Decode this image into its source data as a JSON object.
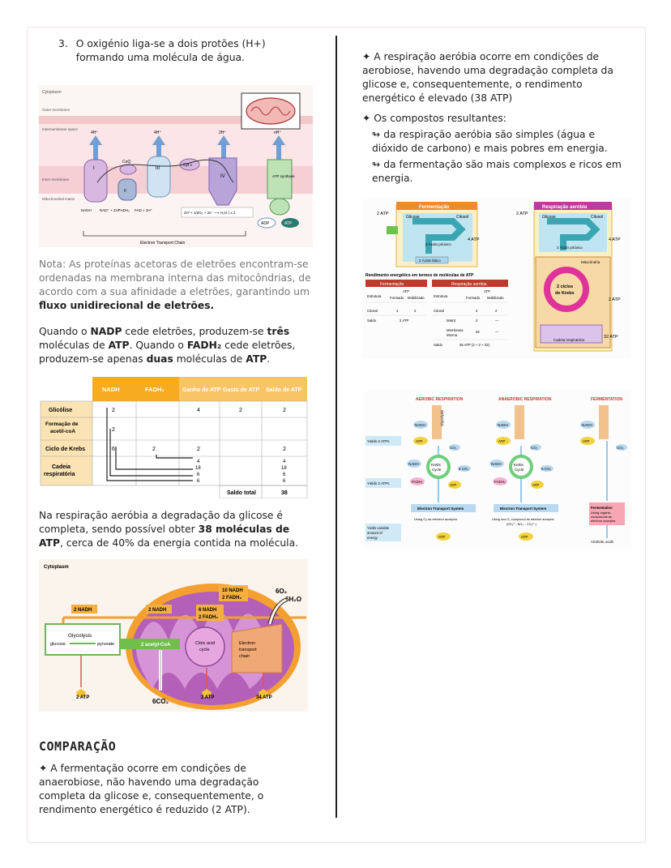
{
  "left": {
    "item3_num": "3.",
    "item3_text": "O oxigénio liga-se a dois protões (H+) formando uma molécula de água.",
    "etc_diagram": {
      "cytoplasm": "Cytoplasm",
      "outer_membrane": "Outer membrane",
      "intermembrane_space": "Intermembrane space",
      "inner_membrane": "Inner membrane",
      "matrix": "Mitochondrial matrix",
      "h4": "4H⁺",
      "h2": "2H⁺",
      "nh": "nH⁺",
      "coq": "CoQ",
      "cytc": "Cyt c",
      "complex1": "I",
      "complex2": "II",
      "complex3": "III",
      "complex4": "IV",
      "atp_synthase": "ATP synthase",
      "nadh": "NADH",
      "nad": "NAD⁺ + 2H⁺",
      "fadh2": "FADH₂",
      "fad": "FAD + 2H⁺",
      "water_eq": "2H⁺+ 1/2O₂ + 2e⁻ ⟶ H₂O ) x 2",
      "adp": "ADP",
      "atp": "ATP",
      "chain_label": "Electron Transport Chain"
    },
    "nota": "Nota: As proteínas acetoras de eletrões encontram-se ordenadas na membrana interna das mitocôndrias, de acordo com a sua afinidade a eletrões, garantindo um ",
    "nota_bold": "fluxo unidirecional de eletrões.",
    "p2_a": "Quando o ",
    "p2_b": "NADP",
    "p2_c": " cede eletrões, produzem-se ",
    "p2_d": "três",
    "p2_e": " moléculas de ",
    "p2_f": "ATP",
    "p2_g": ". Quando o ",
    "p2_h": "FADH₂",
    "p2_i": " cede eletrões, produzem-se apenas ",
    "p2_j": "duas",
    "p2_k": " moléculas de ",
    "p2_l": "ATP",
    "p2_m": ".",
    "table": {
      "headers": [
        "NADH",
        "FADH₂",
        "Ganho de ATP",
        "Gasto de ATP",
        "Saldo de ATP"
      ],
      "rows": [
        {
          "label": "Glicólise",
          "nadh": "2",
          "fadh": "",
          "ganho": "4",
          "gasto": "2",
          "saldo": "2"
        },
        {
          "label": "Formação de acetil-coA",
          "nadh": "2",
          "fadh": "",
          "ganho": "",
          "gasto": "",
          "saldo": ""
        },
        {
          "label": "Ciclo de Krebs",
          "nadh": "6",
          "fadh": "2",
          "ganho": "2",
          "gasto": "",
          "saldo": "2"
        },
        {
          "label": "Cadeia respiratória",
          "nadh": "",
          "fadh": "",
          "ganho": "4\n18\n6\n6",
          "gasto": "",
          "saldo": "4\n18\n6\n6"
        }
      ],
      "total_label": "Saldo total",
      "total_value": "38"
    },
    "p3_a": "Na respiração aeróbia a degradação da glicose é completa, sendo possível obter ",
    "p3_b": "38 moléculas de ATP",
    "p3_c": ", cerca de 40% da energia contida na molécula.",
    "mito": {
      "cytoplasm": "Cytoplasm",
      "nadh2a": "2 NADH",
      "nadh2b": "2 NADH",
      "nadh6": "6 NADH",
      "fadh2": "2 FADH₂",
      "nadh10": "10 NADH",
      "fadh2b": "2 FADH₂",
      "o2": "6O₂",
      "h2o": "6H₂O",
      "glycolysis": "Glycolysis",
      "glucose": "glucose",
      "pyruvate": "pyruvate",
      "acetyl": "2 acetyl-CoA",
      "citric": "Citric acid cycle",
      "etc": "Electron transport chain",
      "atp2a": "2 ATP",
      "atp2b": "2 ATP",
      "atp34": "34 ATP",
      "co2": "6CO₂"
    },
    "heading": "COMPARAÇÃO",
    "comp_text": "✦ A fermentação ocorre em condições de anaerobiose, não havendo uma degradação completa da glicose e, consequentemente, o rendimento energético é reduzido (2 ATP)."
  },
  "right": {
    "p1": "✦ A respiração aeróbia ocorre em condições de aerobiose, havendo uma degradação completa da glicose e, consequentemente, o rendimento energético é elevado (38 ATP)",
    "p2": "✦ Os compostos resultantes:",
    "p3": "↬ da respiração aeróbia são simples (água e dióxido de carbono) e mais pobres em energia.",
    "p4": "↬ da fermentação são mais complexos e ricos em energia.",
    "ferm_fig": {
      "ferm_title": "Fermentação",
      "resp_title": "Respiração aeróbia",
      "glicose": "Glicose",
      "citosol": "Citosol",
      "atp22": "2 ATP",
      "atp42": "4 ATP",
      "acido_piruvico": "2 Ácido pirúvico",
      "acido_latico": "2 Ácido lático",
      "mitocondria": "Mitocôndria",
      "krebs": "2 ciclos de Krebs",
      "cadeia": "Cadeia respiratória",
      "atp322": "32 ATP",
      "rend_title": "Rendimento energético em termos de moléculas de ATP",
      "t_ferm": "Fermentação",
      "t_resp": "Respiração aeróbia",
      "estrutura": "Estrutura",
      "atp_h": "ATP",
      "formado": "Formado",
      "mobilizado": "Mobilizado",
      "citosol_r": "Citosol",
      "saldo": "Saldo",
      "v4": "4",
      "v2": "2",
      "saldo_ferm": "2 ATP",
      "matriz": "Matriz",
      "membrana": "Membrana interna",
      "v32": "32",
      "dash": "—",
      "saldo_resp": "36 ATP (2 + 2 + 32)"
    },
    "aer_fig": {
      "aer": "AEROBIC RESPIRATION",
      "anaer": "ANAEROBIC RESPIRATION",
      "ferm": "FERMENTATION",
      "glycolysis": "Glycolysis",
      "nadh": "NADH",
      "atp": "ATP",
      "co2": "CO₂",
      "krebs": "Krebs Cycle",
      "fadh2": "FADH₂",
      "yields2": "Yields 2 ATPs",
      "yields2b": "Yields 2 ATPs",
      "yieldsvar": "Yields variable amount of energy",
      "ets": "Electron Transport System",
      "using_o2": "Using O₂ as electron acceptor",
      "using_non": "Using non-O₂ compound as electron acceptor (SO₄²⁻, NO₃⁻, CO₃²⁻)",
      "ferm_box": "Fermentation Using organic compounds as electron acceptor",
      "alcohols": "Alcohols, acids",
      "co2_6": "6 CO₂"
    }
  },
  "colors": {
    "orange": "#f5a623",
    "orange_head": "#f7b731",
    "purple": "#9b59b6",
    "pink": "#f8dce1"
  }
}
